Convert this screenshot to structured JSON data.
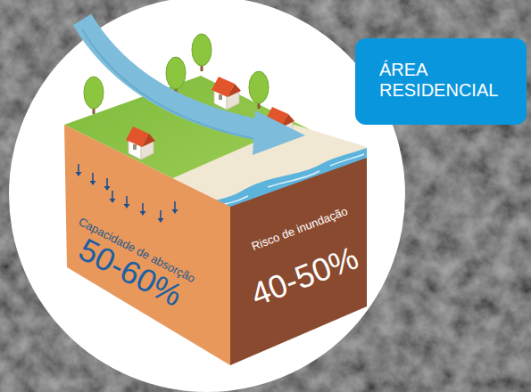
{
  "diagram": {
    "nodes": [
      {
        "text": [
          "ÁREA RESIDENCIAL"
        ]
      },
      {
        "text": [
          "Capacidade de absorção",
          "50-60%"
        ]
      },
      {
        "text": [
          "Risco de inundação",
          "40-50%"
        ]
      }
    ]
  }
}
